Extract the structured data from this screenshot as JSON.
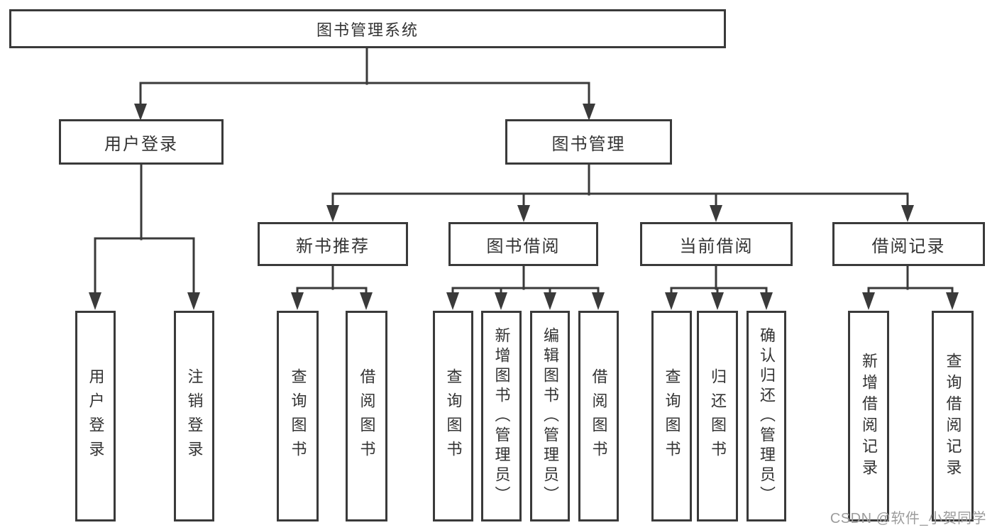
{
  "tree": {
    "label": "图书管理系统",
    "children": [
      {
        "label": "用户登录",
        "children": [
          {
            "label": "用户登录"
          },
          {
            "label": "注销登录"
          }
        ]
      },
      {
        "label": "图书管理",
        "children": [
          {
            "label": "新书推荐",
            "children": [
              {
                "label": "查询图书"
              },
              {
                "label": "借阅图书"
              }
            ]
          },
          {
            "label": "图书借阅",
            "children": [
              {
                "label": "查询图书"
              },
              {
                "label": "新增图书（管理员）"
              },
              {
                "label": "编辑图书（管理员）"
              },
              {
                "label": "借阅图书"
              }
            ]
          },
          {
            "label": "当前借阅",
            "children": [
              {
                "label": "查询图书"
              },
              {
                "label": "归还图书"
              },
              {
                "label": "确认归还（管理员）"
              }
            ]
          },
          {
            "label": "借阅记录",
            "children": [
              {
                "label": "新增借阅记录"
              },
              {
                "label": "查询借阅记录"
              }
            ]
          }
        ]
      }
    ]
  },
  "watermark": {
    "text": "CSDN @软件_小贺同学"
  },
  "colors": {
    "line": "#3a3a3a",
    "box_border": "#3a3a3a",
    "text": "#333333",
    "watermark": "#9c9c9c",
    "background": "#ffffff"
  }
}
